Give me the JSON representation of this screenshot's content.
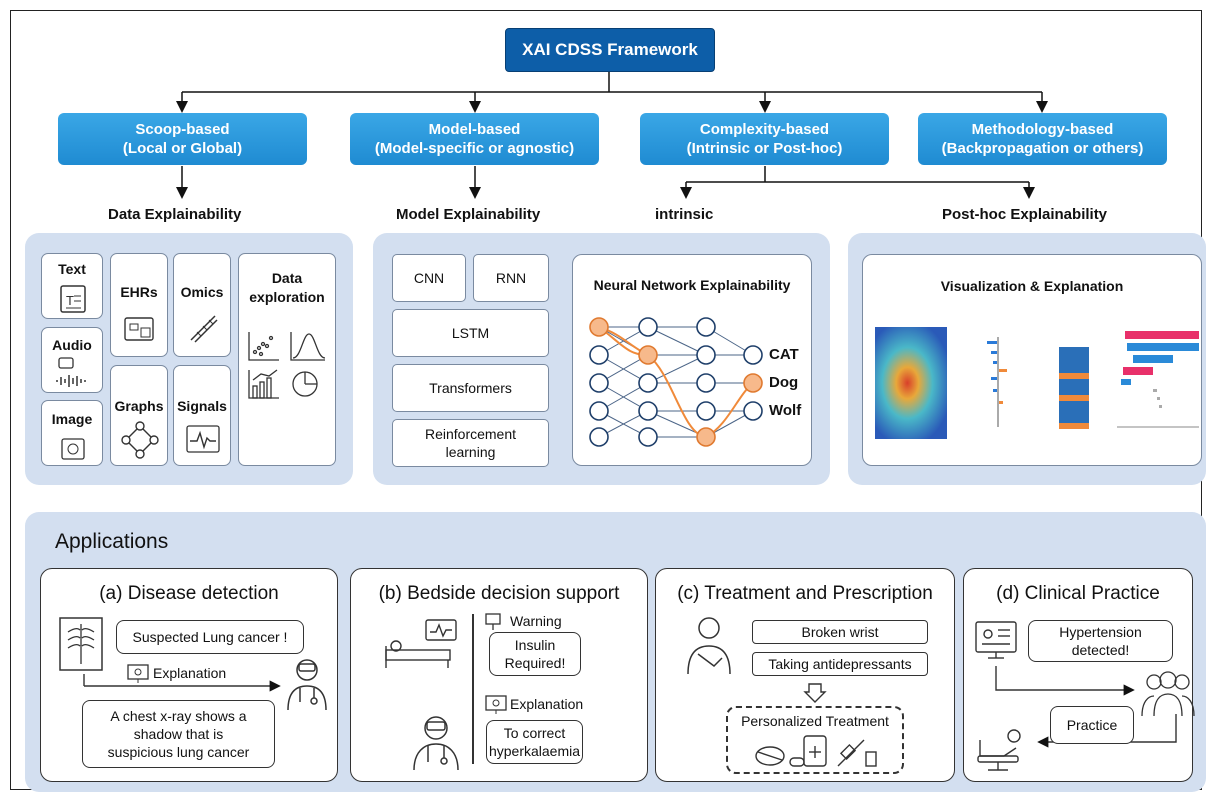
{
  "root": "XAI CDSS Framework",
  "categories": [
    {
      "line1": "Scoop-based",
      "line2": "(Local or Global)"
    },
    {
      "line1": "Model-based",
      "line2": "(Model-specific or agnostic)"
    },
    {
      "line1": "Complexity-based",
      "line2": "(Intrinsic or Post-hoc)"
    },
    {
      "line1": "Methodology-based",
      "line2": "(Backpropagation or others)"
    }
  ],
  "sections": {
    "data": "Data Explainability",
    "model": "Model Explainability",
    "intrinsic": "intrinsic",
    "posthoc": "Post-hoc Explainability"
  },
  "data_panel": {
    "text": "Text",
    "audio": "Audio",
    "image": "Image",
    "ehrs": "EHRs",
    "graphs": "Graphs",
    "omics": "Omics",
    "signals": "Signals",
    "exploration_line1": "Data",
    "exploration_line2": "exploration"
  },
  "model_panel": {
    "cnn": "CNN",
    "rnn": "RNN",
    "lstm": "LSTM",
    "transformers": "Transformers",
    "rl_line1": "Reinforcement",
    "rl_line2": "learning",
    "nn_title": "Neural Network Explainability",
    "outputs": [
      "CAT",
      "Dog",
      "Wolf"
    ]
  },
  "posthoc_panel": {
    "title": "Visualization & Explanation"
  },
  "applications": {
    "title": "Applications",
    "a": {
      "title": "(a) Disease detection",
      "alert": "Suspected Lung cancer !",
      "explanation": "Explanation",
      "detail_l1": "A chest x-ray shows a",
      "detail_l2": "shadow that is",
      "detail_l3": "suspicious lung cancer"
    },
    "b": {
      "title": "(b) Bedside decision support",
      "warning": "Warning",
      "alert_l1": "Insulin",
      "alert_l2": "Required!",
      "explanation": "Explanation",
      "detail_l1": "To correct",
      "detail_l2": "hyperkalaemia"
    },
    "c": {
      "title": "(c) Treatment and Prescription",
      "item1": "Broken wrist",
      "item2": "Taking antidepressants",
      "result": "Personalized Treatment"
    },
    "d": {
      "title": "(d) Clinical Practice",
      "alert_l1": "Hypertension",
      "alert_l2": "detected!",
      "action": "Practice"
    }
  },
  "colors": {
    "root": "#0d5ea8",
    "category": "#2a97dc",
    "panel": "#d3dff0",
    "highlight": "#f4a46a"
  }
}
